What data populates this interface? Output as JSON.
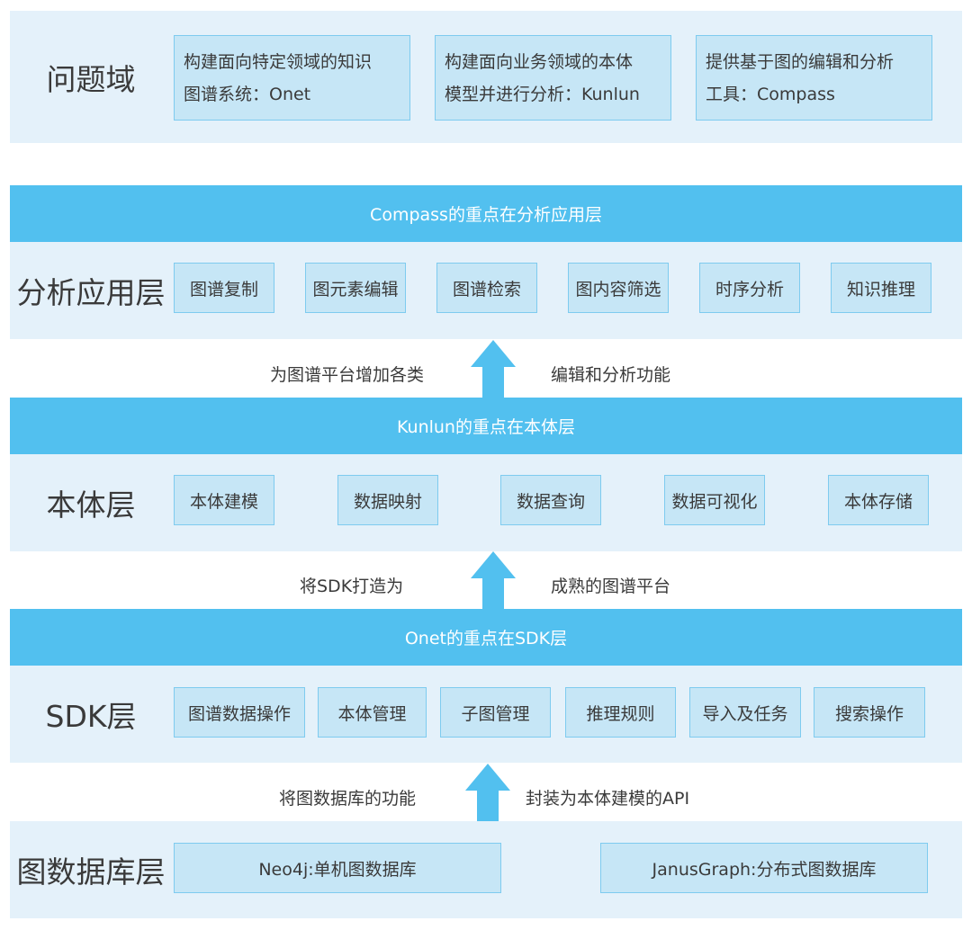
{
  "problem": {
    "label": "问题域",
    "boxes": [
      [
        "构建面向特定领域的知识",
        "图谱系统：Onet"
      ],
      [
        "构建面向业务领域的本体",
        "模型并进行分析：Kunlun"
      ],
      [
        "提供基于图的编辑和分析",
        "工具：Compass"
      ]
    ]
  },
  "analysis": {
    "banner": "Compass的重点在分析应用层",
    "label": "分析应用层",
    "boxes": [
      "图谱复制",
      "图元素编辑",
      "图谱检索",
      "图内容筛选",
      "时序分析",
      "知识推理"
    ]
  },
  "arrow1": {
    "left": "为图谱平台增加各类",
    "right": "编辑和分析功能"
  },
  "ontology": {
    "banner": "Kunlun的重点在本体层",
    "label": "本体层",
    "boxes": [
      "本体建模",
      "数据映射",
      "数据查询",
      "数据可视化",
      "本体存储"
    ]
  },
  "arrow2": {
    "left": "将SDK打造为",
    "right": "成熟的图谱平台"
  },
  "sdk": {
    "banner": "Onet的重点在SDK层",
    "label": "SDK层",
    "boxes": [
      "图谱数据操作",
      "本体管理",
      "子图管理",
      "推理规则",
      "导入及任务",
      "搜索操作"
    ]
  },
  "arrow3": {
    "left": "将图数据库的功能",
    "right": "封装为本体建模的API"
  },
  "graphdb": {
    "label": "图数据库层",
    "boxes": [
      "Neo4j:单机图数据库",
      "JanusGraph:分布式图数据库"
    ]
  }
}
